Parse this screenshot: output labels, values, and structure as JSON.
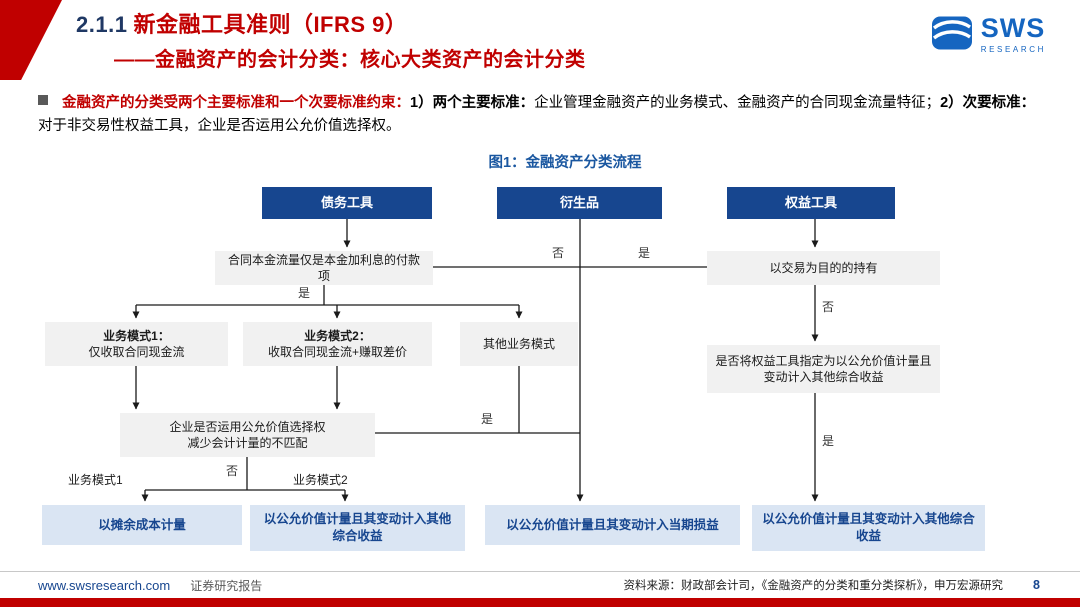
{
  "header": {
    "title_number": "2.1.1",
    "title_line1": "新金融工具准则（IFRS 9）",
    "title_line2": "——金融资产的会计分类：核心大类资产的会计分类",
    "logo_text": "SWS",
    "logo_sub": "RESEARCH"
  },
  "intro": {
    "seg1": "金融资产的分类受两个主要标准和一个次要标准约束：",
    "seg2": "1）两个主要标准：",
    "seg3": "企业管理金融资产的业务模式、金融资产的合同现金流量特征；",
    "seg4": "2）次要标准：",
    "seg5": "对于非交易性权益工具，企业是否运用公允价值选择权。"
  },
  "figure": {
    "title": "图1：金融资产分类流程"
  },
  "flow": {
    "nodes": {
      "debt": "债务工具",
      "derivative": "衍生品",
      "equity": "权益工具",
      "sppi": "合同本金流量仅是本金加利息的付款项",
      "held_for_trading": "以交易为目的的持有",
      "bm1_title": "业务模式1：",
      "bm1_body": "仅收取合同现金流",
      "bm2_title": "业务模式2：",
      "bm2_body": "收取合同现金流+赚取差价",
      "other_bm": "其他业务模式",
      "designate": "是否将权益工具指定为以公允价值计量且变动计入其他综合收益",
      "fvo_line1": "企业是否运用公允价值选择权",
      "fvo_line2": "减少会计计量的不匹配",
      "amortized": "以摊余成本计量",
      "fvoci_left": "以公允价值计量且其变动计入其他综合收益",
      "fvtpl": "以公允价值计量且其变动计入当期损益",
      "fvoci_right": "以公允价值计量且其变动计入其他综合收益"
    },
    "labels": {
      "yes_sppi": "是",
      "no_deriv_left": "否",
      "yes_deriv_right": "是",
      "no_hft": "否",
      "yes_fvo": "是",
      "no_fvo": "否",
      "yes_designate": "是",
      "bm1": "业务模式1",
      "bm2": "业务模式2"
    }
  },
  "footer": {
    "site": "www.swsresearch.com",
    "report_type": "证券研究报告",
    "source": "资料来源：财政部会计司，《金融资产的分类和重分类探析》，申万宏源研究",
    "page": "8"
  },
  "colors": {
    "accent_red": "#C00000",
    "box_dark_blue": "#17468F",
    "box_light_blue": "#DAE5F3",
    "box_gray": "#F1F1F1",
    "logo_blue": "#1565C0"
  }
}
